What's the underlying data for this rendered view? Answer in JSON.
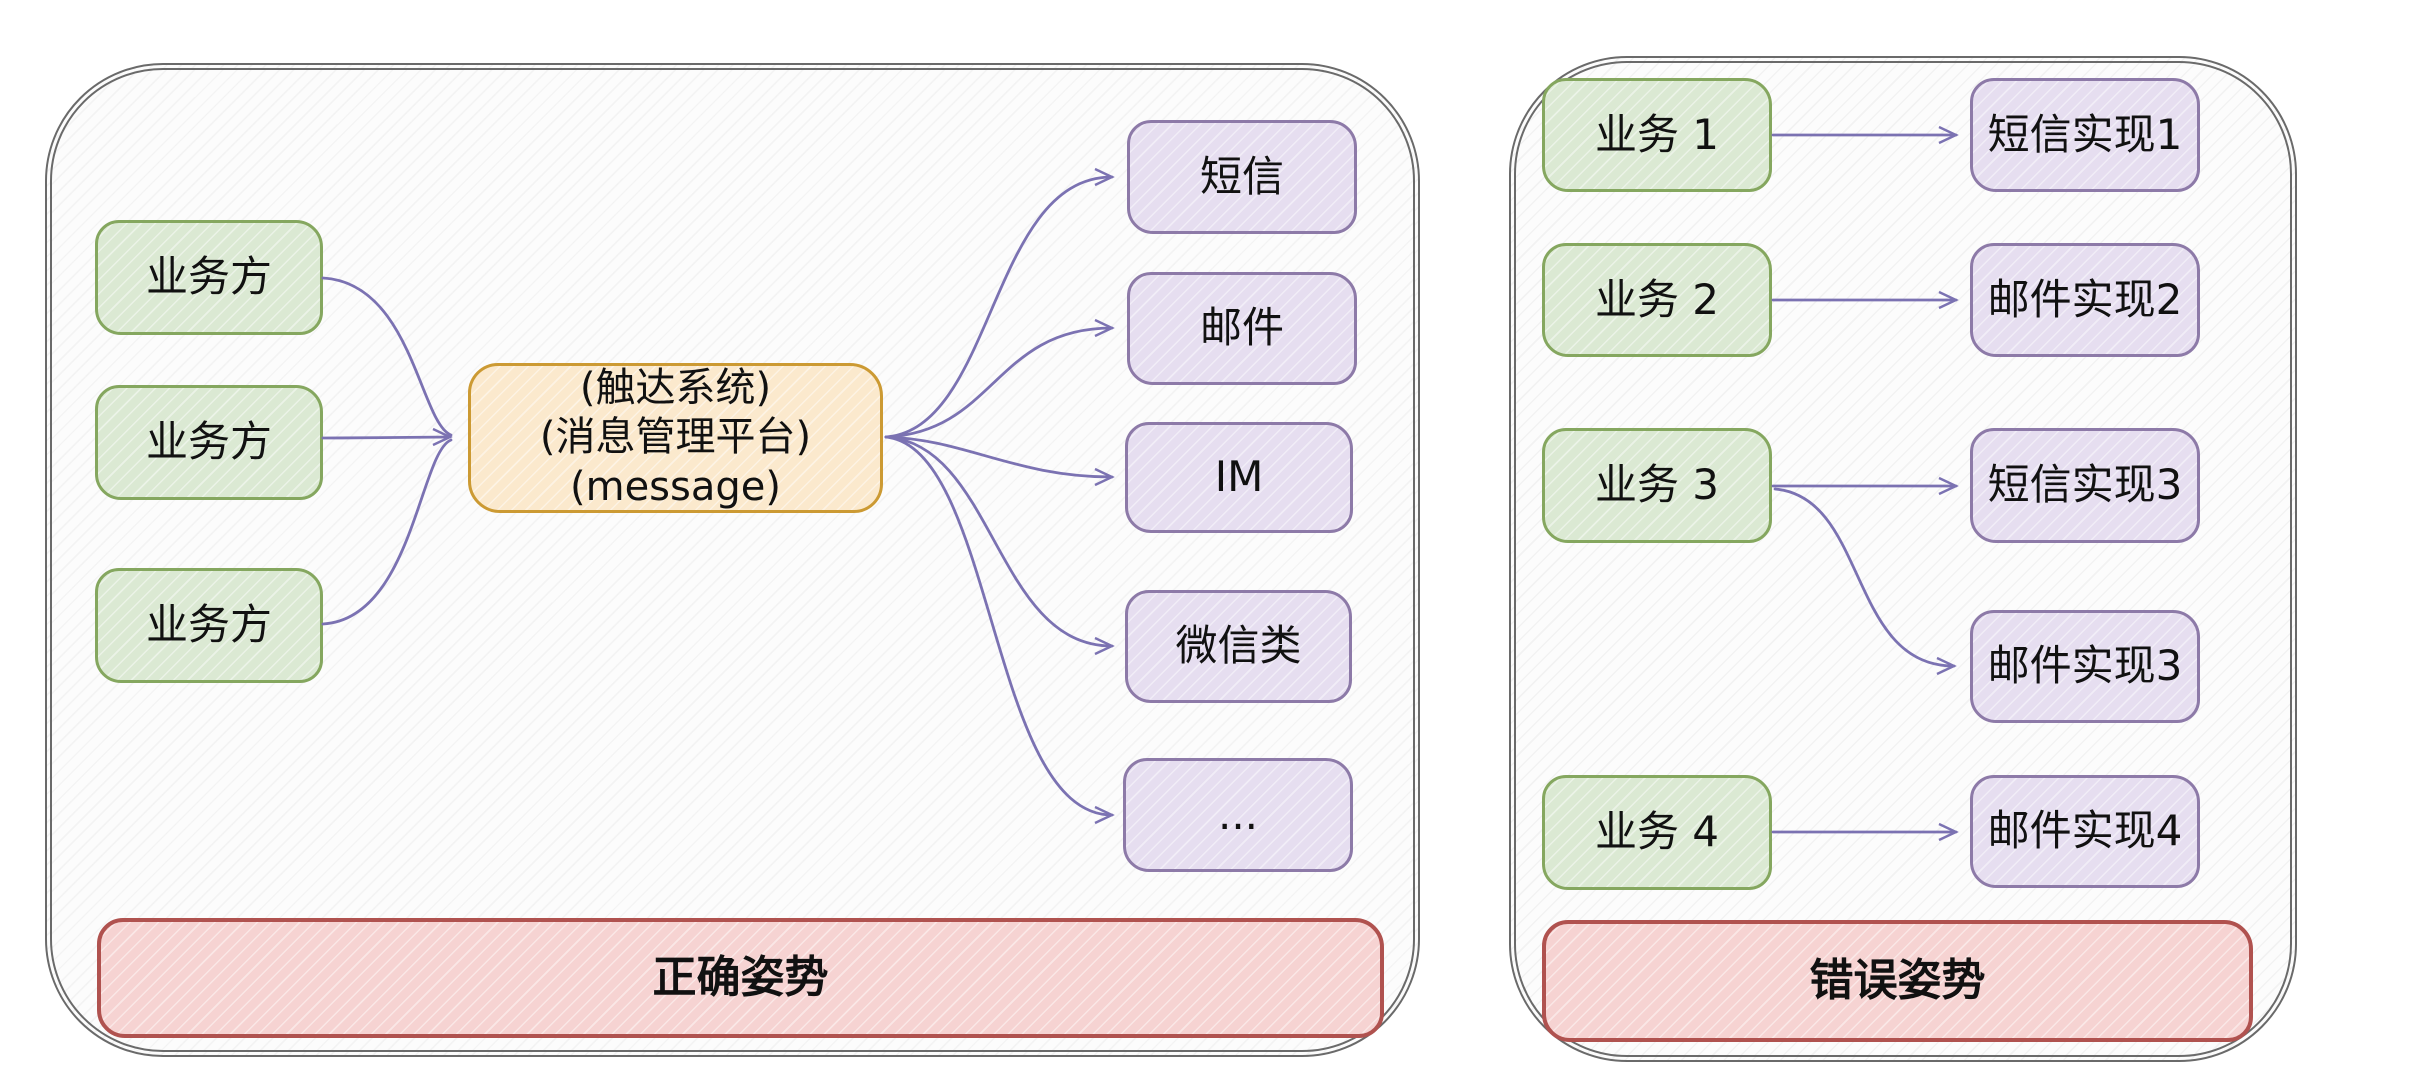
{
  "colors": {
    "green_fill": "#dbe9d3",
    "green_border": "#85a75f",
    "purple_fill": "#e6def0",
    "purple_border": "#8d7aa8",
    "orange_fill": "#fbe9cd",
    "orange_border": "#cc9a33",
    "red_fill": "#f6d3d2",
    "red_border": "#b0524f",
    "arrow": "#7b72b2",
    "panel_border": "#6a6a6a",
    "text": "#111111"
  },
  "left_panel": {
    "caption": "正确姿势",
    "sources": [
      {
        "label": "业务方"
      },
      {
        "label": "业务方"
      },
      {
        "label": "业务方"
      }
    ],
    "hub": {
      "line1": "(触达系统)",
      "line2": "(消息管理平台)",
      "line3": "(message)"
    },
    "channels": [
      {
        "label": "短信"
      },
      {
        "label": "邮件"
      },
      {
        "label": "IM"
      },
      {
        "label": "微信类"
      },
      {
        "label": "..."
      }
    ]
  },
  "right_panel": {
    "caption": "错误姿势",
    "services": [
      {
        "label": "业务 1"
      },
      {
        "label": "业务 2"
      },
      {
        "label": "业务 3"
      },
      {
        "label": "业务 4"
      }
    ],
    "implementations": [
      {
        "label": "短信实现1"
      },
      {
        "label": "邮件实现2"
      },
      {
        "label": "短信实现3"
      },
      {
        "label": "邮件实现3"
      },
      {
        "label": "邮件实现4"
      }
    ]
  }
}
